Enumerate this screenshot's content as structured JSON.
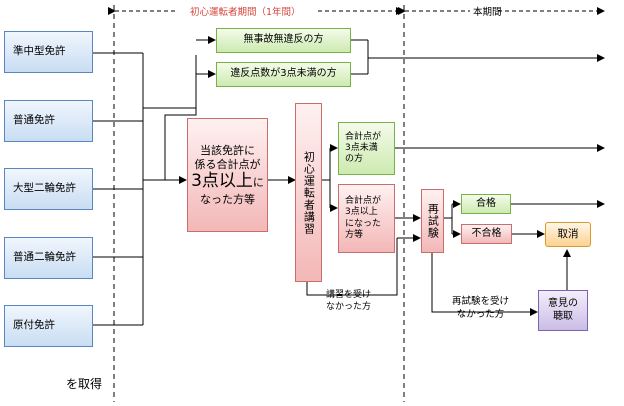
{
  "header": {
    "initial_period": "初心運転者期間（1年間）",
    "main_period": "本期間"
  },
  "licenses": [
    "準中型免許",
    "普通免許",
    "大型二輪免許",
    "普通二輪免許",
    "原付免許"
  ],
  "acquire_label": "を取得",
  "upper": {
    "no_violation": "無事故無違反の方",
    "under3": "違反点数が3点未満の方"
  },
  "trigger": {
    "line1": "当該免許に",
    "line2": "係る合計点が",
    "big": "3点以上",
    "line3_tail": "に",
    "line4": "なった方等"
  },
  "course": "初心運転者講習",
  "score_under3": {
    "line1": "合計点が",
    "line2": "3点未満",
    "line3": "の方"
  },
  "score_over3": {
    "line1": "合計点が",
    "line2": "3点以上",
    "line3": "になった",
    "line4": "方等"
  },
  "not_attend": {
    "line1": "講習を受け",
    "line2": "なかった方"
  },
  "retest": "再試験",
  "pass": "合格",
  "fail": "不合格",
  "revoke": "取消",
  "retest_not_taken": {
    "line1": "再試験を受け",
    "line2": "なかった方"
  },
  "hearing": {
    "line1": "意見の",
    "line2": "聴取"
  }
}
